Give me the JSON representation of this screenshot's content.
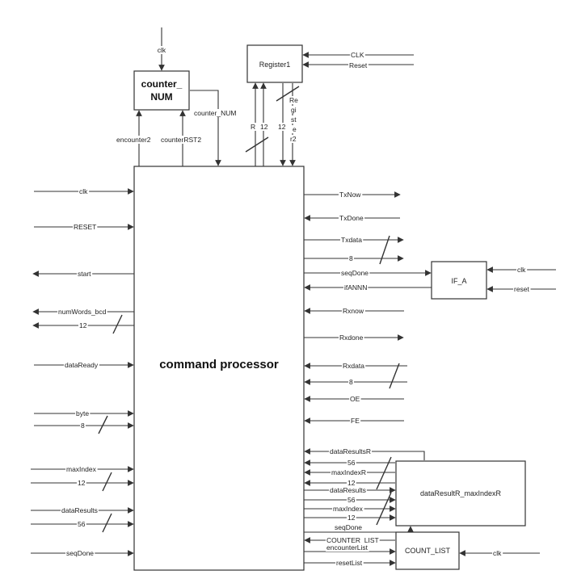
{
  "blocks": {
    "command_processor": "command processor",
    "counter_num_line1": "counter_",
    "counter_num_line2": "NUM",
    "register1": "Register1",
    "if_a": "IF_A",
    "data_result": "dataResultR_maxIndexR",
    "count_list": "COUNT_LIST"
  },
  "counter_num": {
    "clk": "clk",
    "encounter2": "encounter2",
    "counterRST2": "counterRST2",
    "counter_NUM": "counter_NUM"
  },
  "register1": {
    "CLK": "CLK",
    "Reset": "Reset",
    "R": "R",
    "width_a": "12",
    "width_b": "12",
    "register2_chars": [
      "Re",
      "gi",
      "st",
      "e",
      "r2"
    ]
  },
  "left_signals": {
    "clk": "clk",
    "RESET": "RESET",
    "start": "start",
    "numWords_bcd": "numWords_bcd",
    "numWords_width": "12",
    "dataReady": "dataReady",
    "byte": "byte",
    "byte_width": "8",
    "maxIndex": "maxIndex",
    "maxIndex_width": "12",
    "dataResults": "dataResults",
    "dataResults_width": "56",
    "seqDone": "seqDone"
  },
  "right_signals": {
    "TxNow": "TxNow",
    "TxDone": "TxDone",
    "Txdata": "Txdata",
    "Txdata_width": "8",
    "seqDone": "seqDone",
    "ifANNN": "ifANNN",
    "Rxnow": "Rxnow",
    "Rxdone": "Rxdone",
    "Rxdata": "Rxdata",
    "Rxdata_width": "8",
    "OE": "OE",
    "FE": "FE"
  },
  "if_a": {
    "clk": "clk",
    "reset": "reset"
  },
  "data_result": {
    "dataResultsR": "dataResultsR",
    "w_56a": "56",
    "maxIndexR": "maxIndexR",
    "w_12a": "12",
    "dataResults": "dataResults",
    "w_56b": "56",
    "maxIndex": "maxIndex",
    "w_12b": "12",
    "seqDone": "seqDone"
  },
  "count_list": {
    "COUNTER_LIST": "COUNTER_LIST",
    "encounterList": "encounterList",
    "resetList": "resetList",
    "clk": "clk"
  }
}
